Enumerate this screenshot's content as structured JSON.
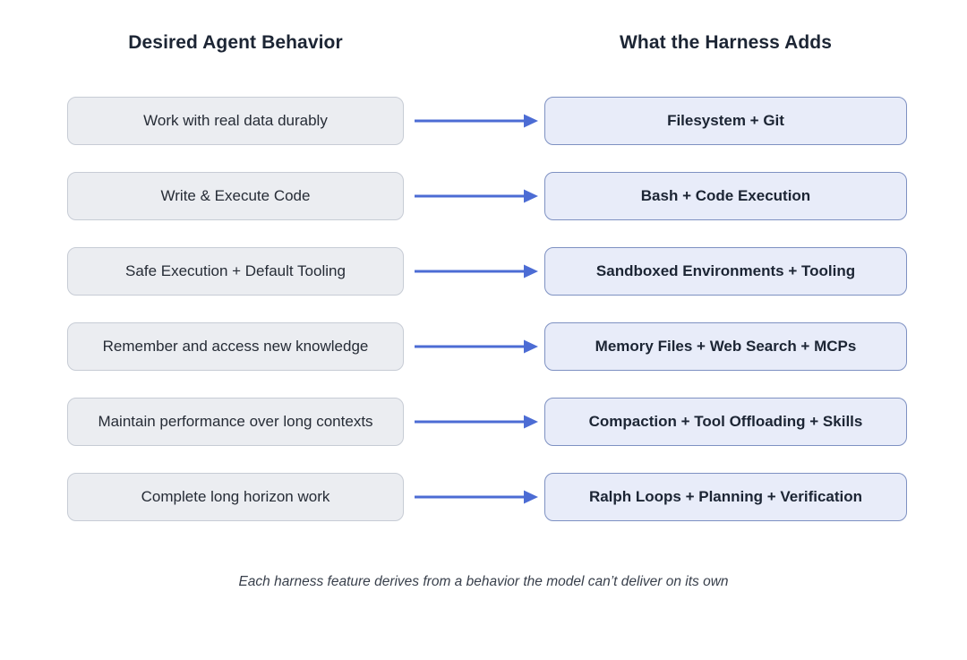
{
  "diagram": {
    "left_header": "Desired Agent Behavior",
    "right_header": "What the Harness Adds",
    "footer": "Each harness feature derives from a behavior the model can’t deliver on its own"
  },
  "rows": [
    {
      "behavior": "Work with real data durably",
      "harness": "Filesystem + Git"
    },
    {
      "behavior": "Write & Execute Code",
      "harness": "Bash + Code Execution"
    },
    {
      "behavior": "Safe Execution + Default Tooling",
      "harness": "Sandboxed Environments + Tooling"
    },
    {
      "behavior": "Remember and access new knowledge",
      "harness": "Memory Files + Web Search + MCPs"
    },
    {
      "behavior": "Maintain performance over long contexts",
      "harness": "Compaction + Tool Offloading + Skills"
    },
    {
      "behavior": "Complete long horizon work",
      "harness": "Ralph Loops + Planning + Verification"
    }
  ],
  "colors": {
    "arrow": "#4c6cd4",
    "behavior_box_bg": "#ebedf1",
    "behavior_box_border": "#c7ccd5",
    "harness_box_bg": "#e8ecf9",
    "harness_box_border": "#7e91c2",
    "header_text": "#1c2534"
  }
}
